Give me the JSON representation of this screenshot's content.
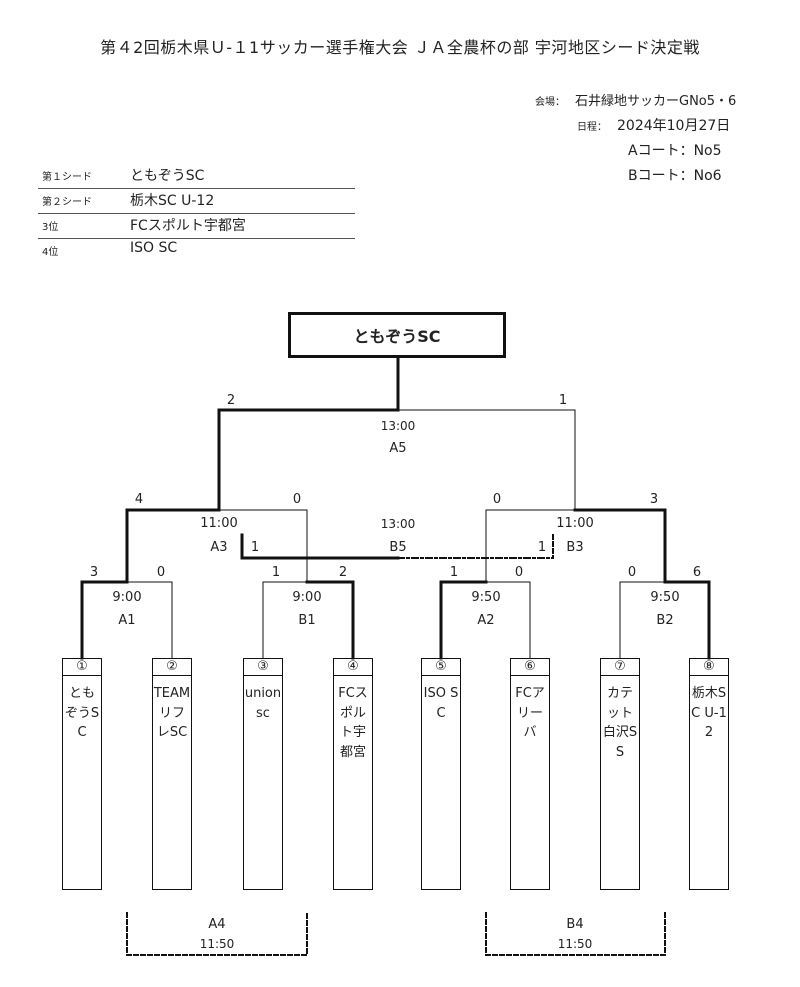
{
  "title": "第４2回栃木県Ｕ-１1サッカー選手権大会 ＪＡ全農杯の部 宇河地区シード決定戦",
  "venue": {
    "label": "会場：",
    "value": "石井緑地サッカーGNo5・6"
  },
  "date": {
    "label": "日程：",
    "value": "2024年10月27日"
  },
  "courts": [
    "Aコート：No5",
    "Bコート：No6"
  ],
  "seeds": [
    {
      "rank": "第１シード",
      "team": "ともぞうSC"
    },
    {
      "rank": "第２シード",
      "team": "栃木SC U-12"
    },
    {
      "rank": "3位",
      "team": "FCスポルト宇都宮"
    },
    {
      "rank": "4位",
      "team": "ISO SC"
    }
  ],
  "champion": "ともぞうSC",
  "teams": [
    {
      "num": "①",
      "name": "ともぞうSC"
    },
    {
      "num": "②",
      "name": "TEAMリフレSC"
    },
    {
      "num": "③",
      "name": "union sc"
    },
    {
      "num": "④",
      "name": "FCスポルト宇都宮"
    },
    {
      "num": "⑤",
      "name": "ISO SC"
    },
    {
      "num": "⑥",
      "name": "FCアリーバ"
    },
    {
      "num": "⑦",
      "name": "カテット白沢SS"
    },
    {
      "num": "⑧",
      "name": "栃木SC U-12"
    }
  ],
  "matches": {
    "A1": {
      "code": "A1",
      "time": "9:00",
      "home": "3",
      "away": "0"
    },
    "B1": {
      "code": "B1",
      "time": "9:00",
      "home": "1",
      "away": "2"
    },
    "A2": {
      "code": "A2",
      "time": "9:50",
      "home": "1",
      "away": "0"
    },
    "B2": {
      "code": "B2",
      "time": "9:50",
      "home": "0",
      "away": "6"
    },
    "A3": {
      "code": "A3",
      "time": "11:00",
      "home": "4",
      "away": "0"
    },
    "B3": {
      "code": "B3",
      "time": "11:00",
      "home": "0",
      "away": "3"
    },
    "B5": {
      "code": "B5",
      "time": "13:00",
      "home": "1",
      "away": "1"
    },
    "A5": {
      "code": "A5",
      "time": "13:00",
      "home": "2",
      "away": "1"
    },
    "A4": {
      "code": "A4",
      "time": "11:50"
    },
    "B4": {
      "code": "B4",
      "time": "11:50"
    }
  }
}
